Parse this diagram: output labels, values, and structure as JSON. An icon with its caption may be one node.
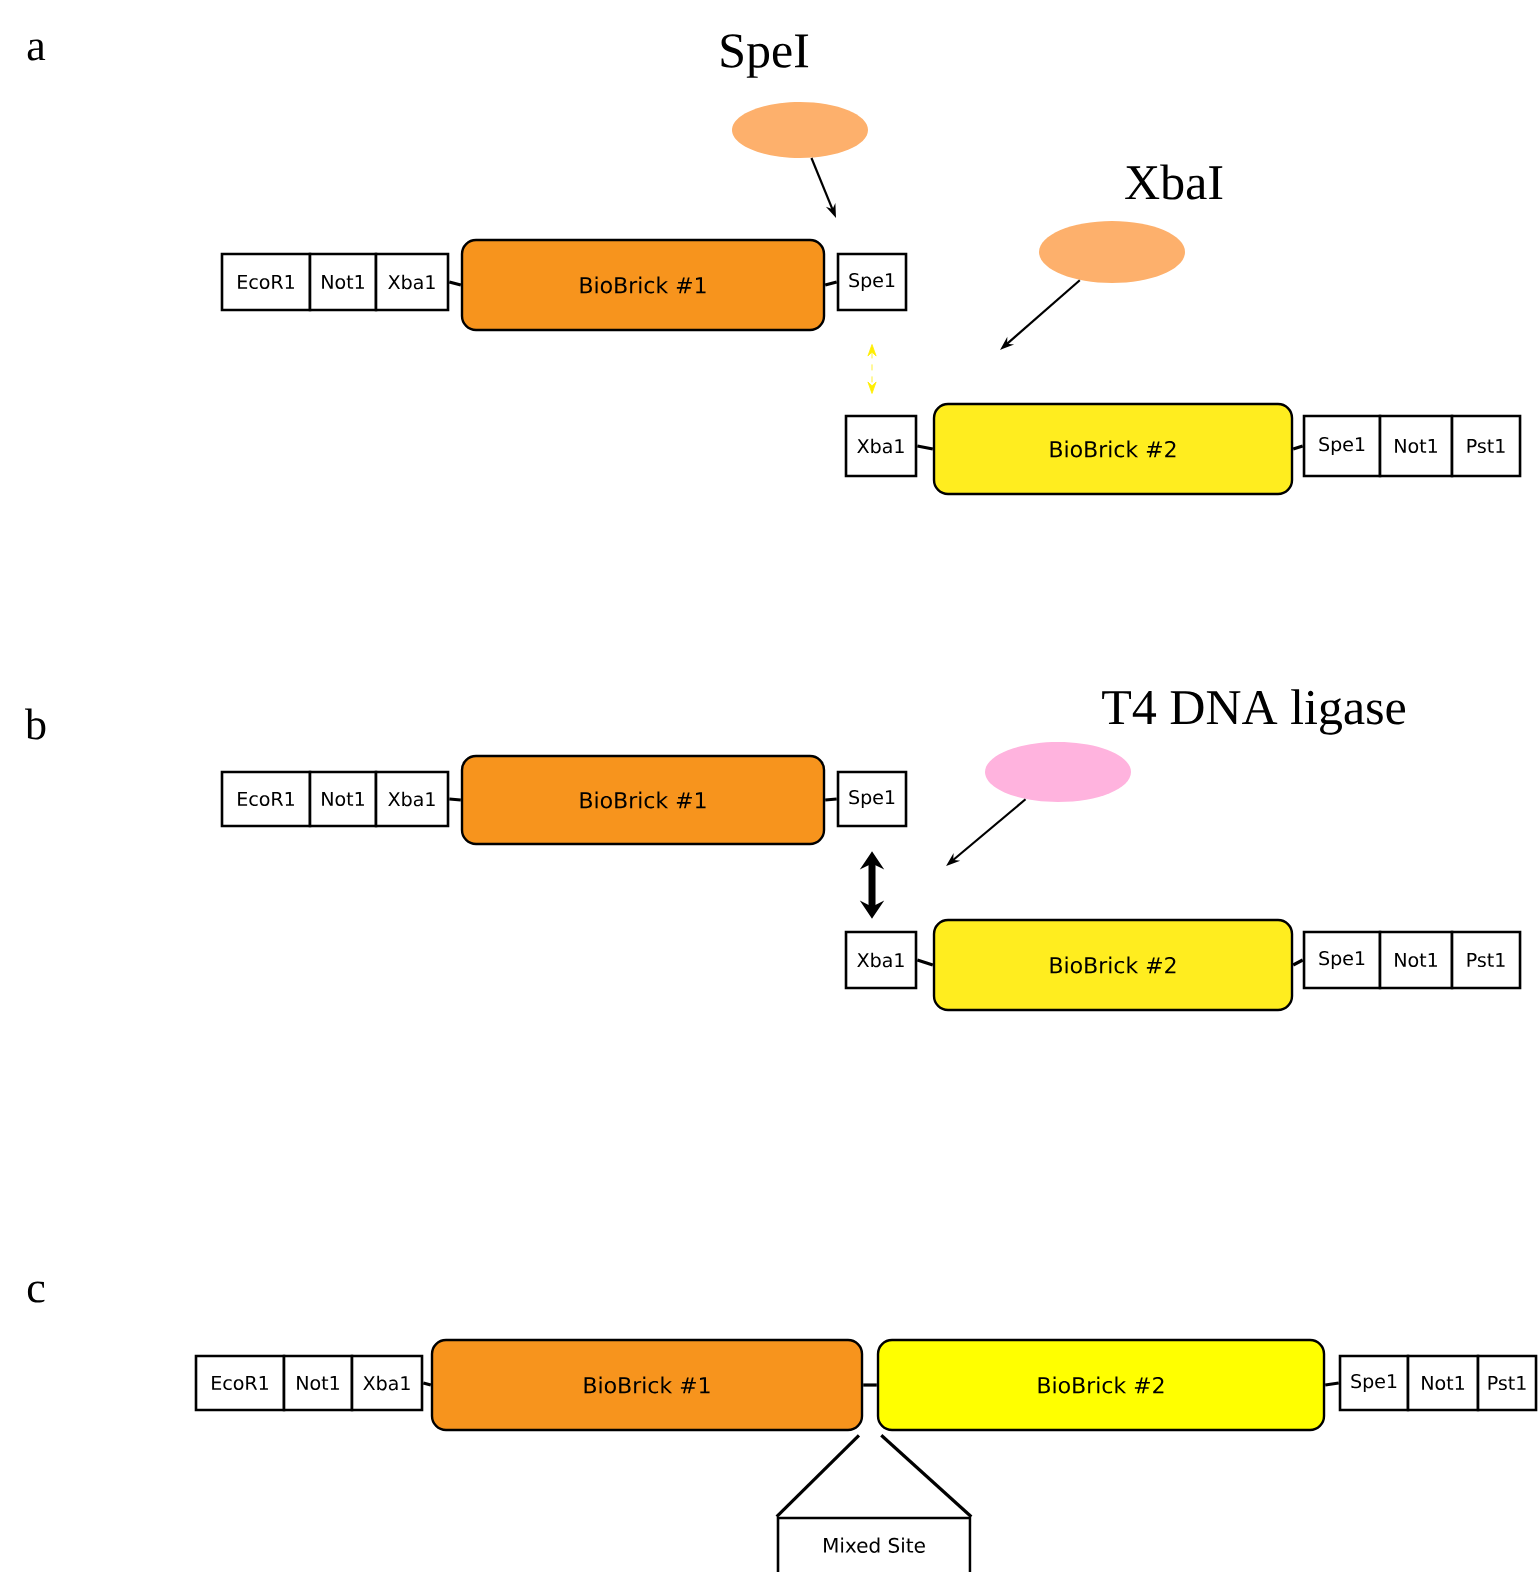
{
  "diagram": {
    "nodes": [
      {
        "text": [
          "EcoR1"
        ]
      },
      {
        "text": [
          "Not1"
        ]
      },
      {
        "text": [
          "Xba1"
        ]
      },
      {
        "text": [
          "BioBrick #1"
        ]
      },
      {
        "text": [
          "Spe1"
        ]
      },
      {
        "text": [
          "Xba1"
        ]
      },
      {
        "text": [
          "BioBrick #2"
        ]
      },
      {
        "text": [
          "Spe1"
        ]
      },
      {
        "text": [
          "Not1"
        ]
      },
      {
        "text": [
          "Pst1"
        ]
      },
      {
        "text": [
          "SpeI"
        ]
      },
      {
        "text": [
          "XbaI"
        ]
      },
      {
        "text": [
          "EcoR1"
        ]
      },
      {
        "text": [
          "Not1"
        ]
      },
      {
        "text": [
          "Xba1"
        ]
      },
      {
        "text": [
          "BioBrick #1"
        ]
      },
      {
        "text": [
          "Spe1"
        ]
      },
      {
        "text": [
          "Xba1"
        ]
      },
      {
        "text": [
          "BioBrick #2"
        ]
      },
      {
        "text": [
          "Spe1"
        ]
      },
      {
        "text": [
          "Not1"
        ]
      },
      {
        "text": [
          "Pst1"
        ]
      },
      {
        "text": [
          "T4 DNA ligase"
        ]
      },
      {
        "text": [
          "EcoR1"
        ]
      },
      {
        "text": [
          "Not1"
        ]
      },
      {
        "text": [
          "Xba1"
        ]
      },
      {
        "text": [
          "BioBrick #1"
        ]
      },
      {
        "text": [
          "BioBrick #2"
        ]
      },
      {
        "text": [
          "Spe1"
        ]
      },
      {
        "text": [
          "Not1"
        ]
      },
      {
        "text": [
          "Pst1"
        ]
      },
      {
        "text": [
          "Mixed Site"
        ]
      }
    ],
    "edges": [
      {
        "from": 2,
        "to": 3,
        "arrow": "none"
      },
      {
        "from": 3,
        "to": 4,
        "arrow": "none"
      },
      {
        "from": 5,
        "to": 6,
        "arrow": "none"
      },
      {
        "from": 6,
        "to": 7,
        "arrow": "none"
      },
      {
        "from": 10,
        "to": null,
        "arrow": "to"
      },
      {
        "from": 11,
        "to": null,
        "arrow": "to"
      },
      {
        "from": 4,
        "to": 5,
        "arrow": "both",
        "style": "dashed",
        "color": "#ffee00"
      },
      {
        "from": 14,
        "to": 15,
        "arrow": "none"
      },
      {
        "from": 15,
        "to": 16,
        "arrow": "none"
      },
      {
        "from": 17,
        "to": 18,
        "arrow": "none"
      },
      {
        "from": 18,
        "to": 19,
        "arrow": "none"
      },
      {
        "from": 22,
        "to": null,
        "arrow": "to"
      },
      {
        "from": 16,
        "to": 17,
        "arrow": "both",
        "style": "thick"
      },
      {
        "from": 25,
        "to": 26,
        "arrow": "none"
      },
      {
        "from": 26,
        "to": 27,
        "arrow": "none"
      },
      {
        "from": 27,
        "to": 28,
        "arrow": "none"
      },
      {
        "from": 31,
        "to": 26,
        "arrow": "none"
      },
      {
        "from": 31,
        "to": 27,
        "arrow": "none"
      }
    ],
    "labels": [
      "a",
      "b",
      "c"
    ]
  }
}
